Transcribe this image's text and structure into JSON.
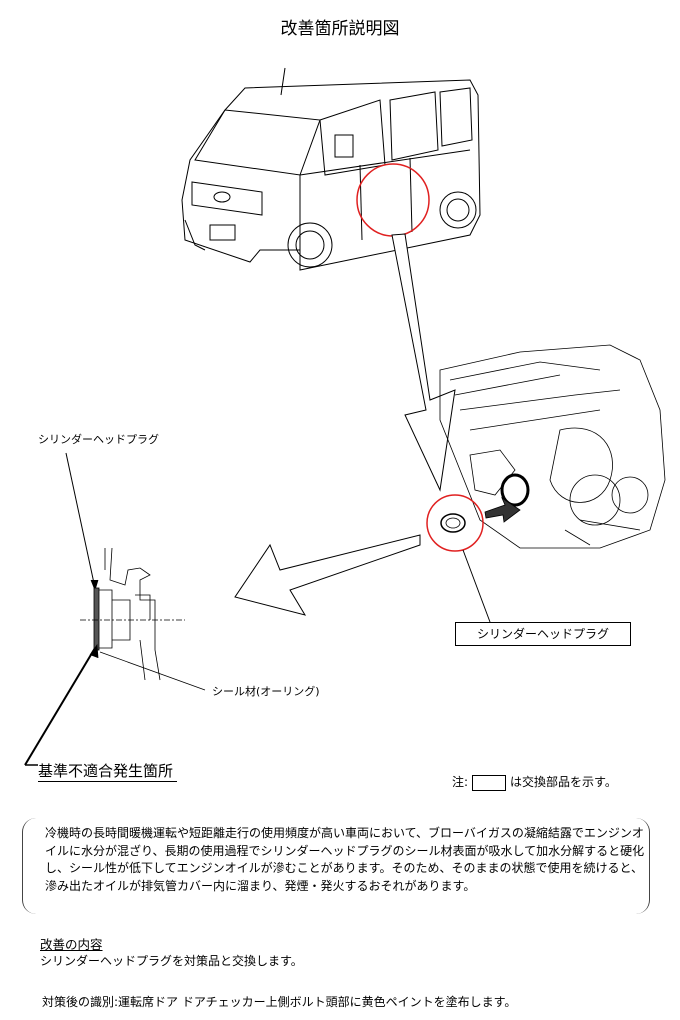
{
  "title": "改善箇所説明図",
  "labels": {
    "cylinder_head_plug_left": "シリンダーヘッドプラグ",
    "cylinder_head_plug_box": "シリンダーヘッドプラグ",
    "seal_material": "シール材(オーリング)",
    "nonconformity_location": "基準不適合発生箇所"
  },
  "note": {
    "prefix": "注:",
    "suffix": "は交換部品を示す。"
  },
  "description": "冷機時の長時間暖機運転や短距離走行の使用頻度が高い車両において、ブローバイガスの凝縮結露でエンジンオイルに水分が混ざり、長期の使用過程でシリンダーヘッドプラグのシール材表面が吸水して加水分解すると硬化し、シール性が低下してエンジンオイルが滲むことがあります。そのため、そのままの状態で使用を続けると、滲み出たオイルが排気管カバー内に溜まり、発煙・発火するおそれがあります。",
  "improvement": {
    "heading": "改善の内容",
    "text": "シリンダーヘッドプラグを対策品と交換します。"
  },
  "identification": "対策後の識別:運転席ドア ドアチェッカー上側ボルト頭部に黄色ペイントを塗布します。",
  "colors": {
    "highlight_circle": "#e02020",
    "line": "#000000"
  }
}
